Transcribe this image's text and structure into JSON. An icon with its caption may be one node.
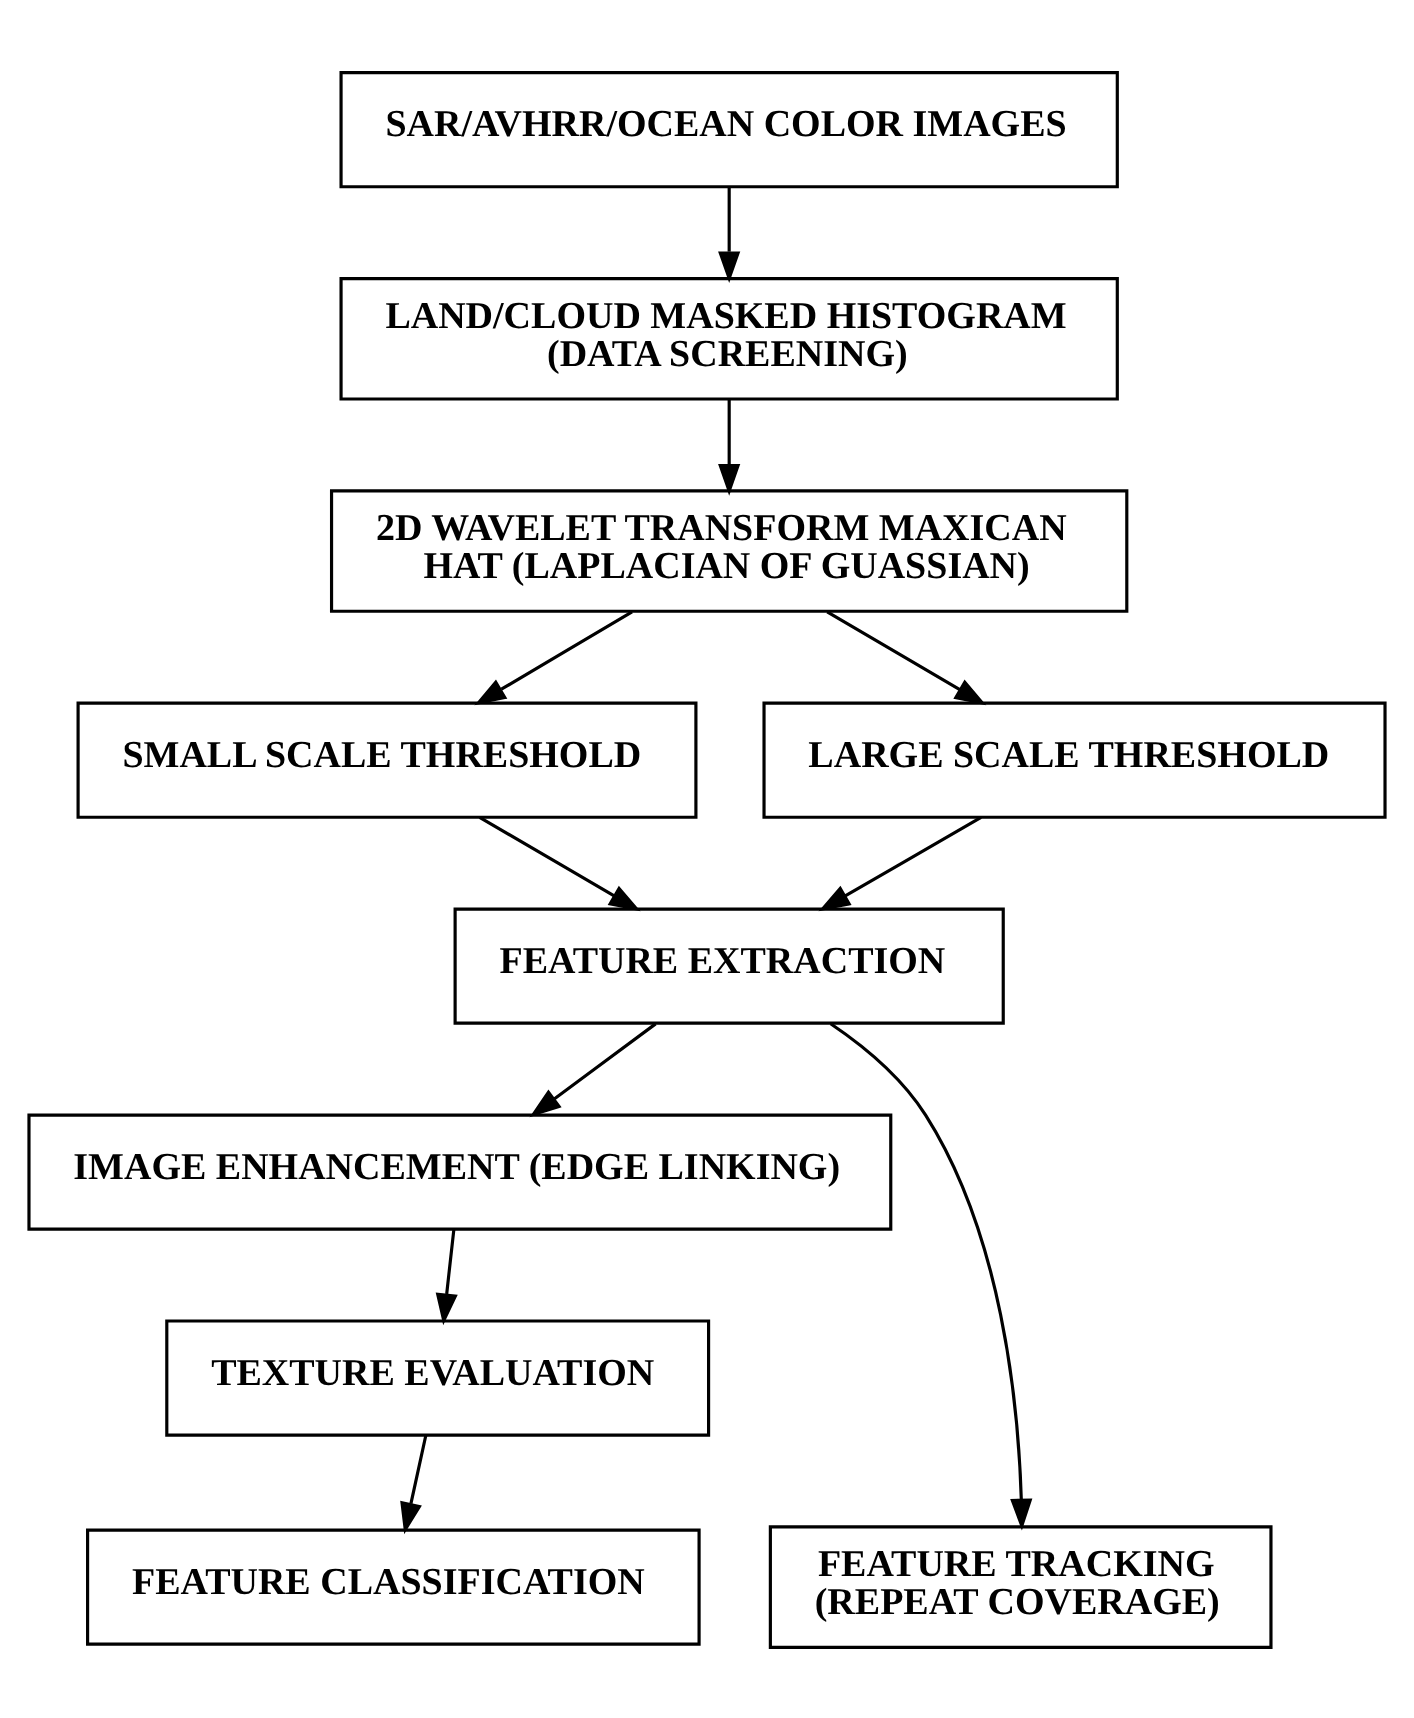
{
  "diagram": {
    "nodes": [
      {
        "text": [
          "SAR/AVHRR/OCEAN COLOR IMAGES"
        ]
      },
      {
        "text": [
          "LAND/CLOUD MASKED HISTOGRAM (DATA SCREENING)"
        ]
      },
      {
        "text": [
          "2D WAVELET TRANSFORM MAXICAN HAT (LAPLACIAN OF GUASSIAN)"
        ]
      },
      {
        "text": [
          "SMALL SCALE THRESHOLD"
        ]
      },
      {
        "text": [
          "LARGE SCALE THRESHOLD"
        ]
      },
      {
        "text": [
          "FEATURE EXTRACTION"
        ]
      },
      {
        "text": [
          "IMAGE ENHANCEMENT (EDGE LINKING)"
        ]
      },
      {
        "text": [
          "TEXTURE EVALUATION"
        ]
      },
      {
        "text": [
          "FEATURE TRACKING (REPEAT COVERAGE)"
        ]
      },
      {
        "text": [
          "FEATURE CLASSIFICATION"
        ]
      }
    ],
    "edges": [
      {
        "from": 0,
        "to": 1,
        "arrow": "to"
      },
      {
        "from": 1,
        "to": 2,
        "arrow": "to"
      },
      {
        "from": 2,
        "to": 3,
        "arrow": "to"
      },
      {
        "from": 2,
        "to": 4,
        "arrow": "to"
      },
      {
        "from": 3,
        "to": 5,
        "arrow": "to"
      },
      {
        "from": 4,
        "to": 5,
        "arrow": "to"
      },
      {
        "from": 5,
        "to": 8,
        "arrow": "to"
      },
      {
        "from": 5,
        "to": 6,
        "arrow": "to"
      },
      {
        "from": 6,
        "to": 7,
        "arrow": "to"
      },
      {
        "from": 7,
        "to": 9,
        "arrow": "to"
      }
    ]
  }
}
